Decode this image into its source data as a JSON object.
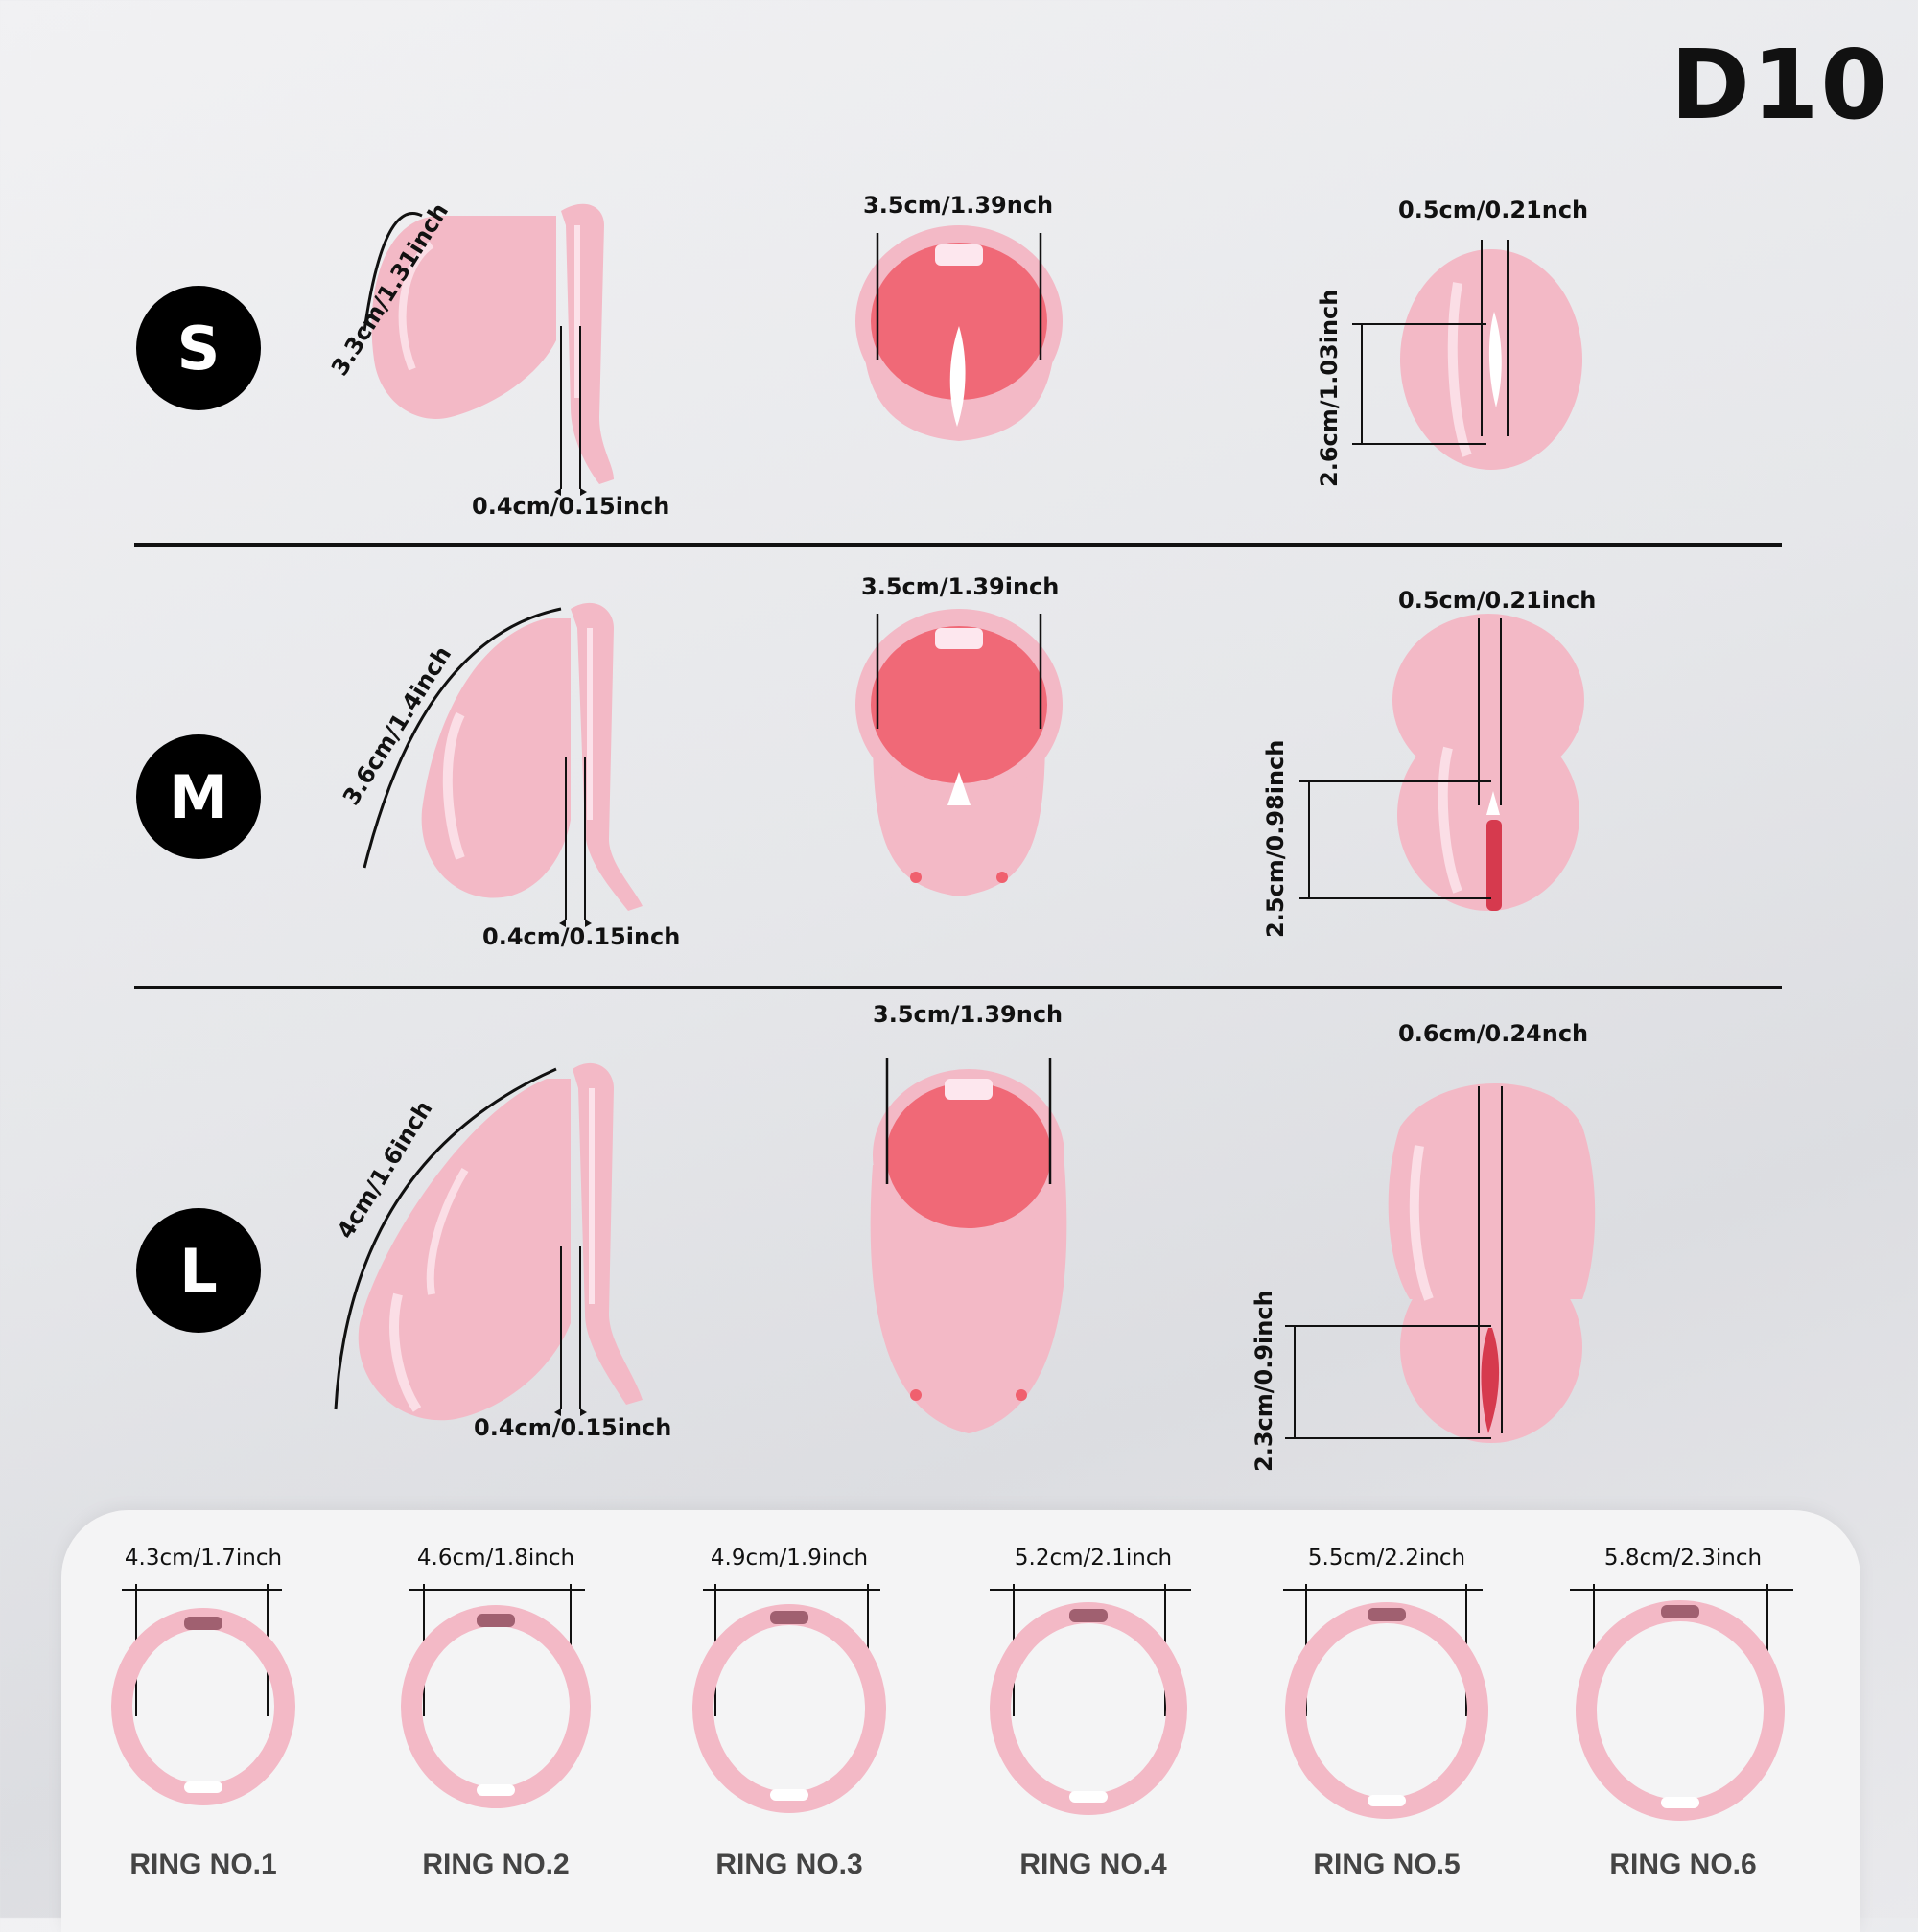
{
  "model": "D10",
  "sizes": [
    {
      "badge": "S",
      "length": "3.3cm/1.31inch",
      "side_gap": "0.4cm/0.15inch",
      "opening_width": "3.5cm/1.39nch",
      "slit_width": "0.5cm/0.21nch",
      "slit_length": "2.6cm/1.03inch"
    },
    {
      "badge": "M",
      "length": "3.6cm/1.4inch",
      "side_gap": "0.4cm/0.15inch",
      "opening_width": "3.5cm/1.39inch",
      "slit_width": "0.5cm/0.21inch",
      "slit_length": "2.5cm/0.98inch"
    },
    {
      "badge": "L",
      "length": "4cm/1.6inch",
      "side_gap": "0.4cm/0.15inch",
      "opening_width": "3.5cm/1.39nch",
      "slit_width": "0.6cm/0.24nch",
      "slit_length": "2.3cm/0.9inch"
    }
  ],
  "rings": [
    {
      "size": "4.3cm/1.7inch",
      "label": "RING NO.1"
    },
    {
      "size": "4.6cm/1.8inch",
      "label": "RING NO.2"
    },
    {
      "size": "4.9cm/1.9inch",
      "label": "RING NO.3"
    },
    {
      "size": "5.2cm/2.1inch",
      "label": "RING NO.4"
    },
    {
      "size": "5.5cm/2.2inch",
      "label": "RING NO.5"
    },
    {
      "size": "5.8cm/2.3inch",
      "label": "RING NO.6"
    }
  ],
  "colors": {
    "product_pink": "#f3b9c6",
    "inner_red": "#f0606e",
    "highlight": "#fde7ee",
    "badge": "#000000"
  }
}
